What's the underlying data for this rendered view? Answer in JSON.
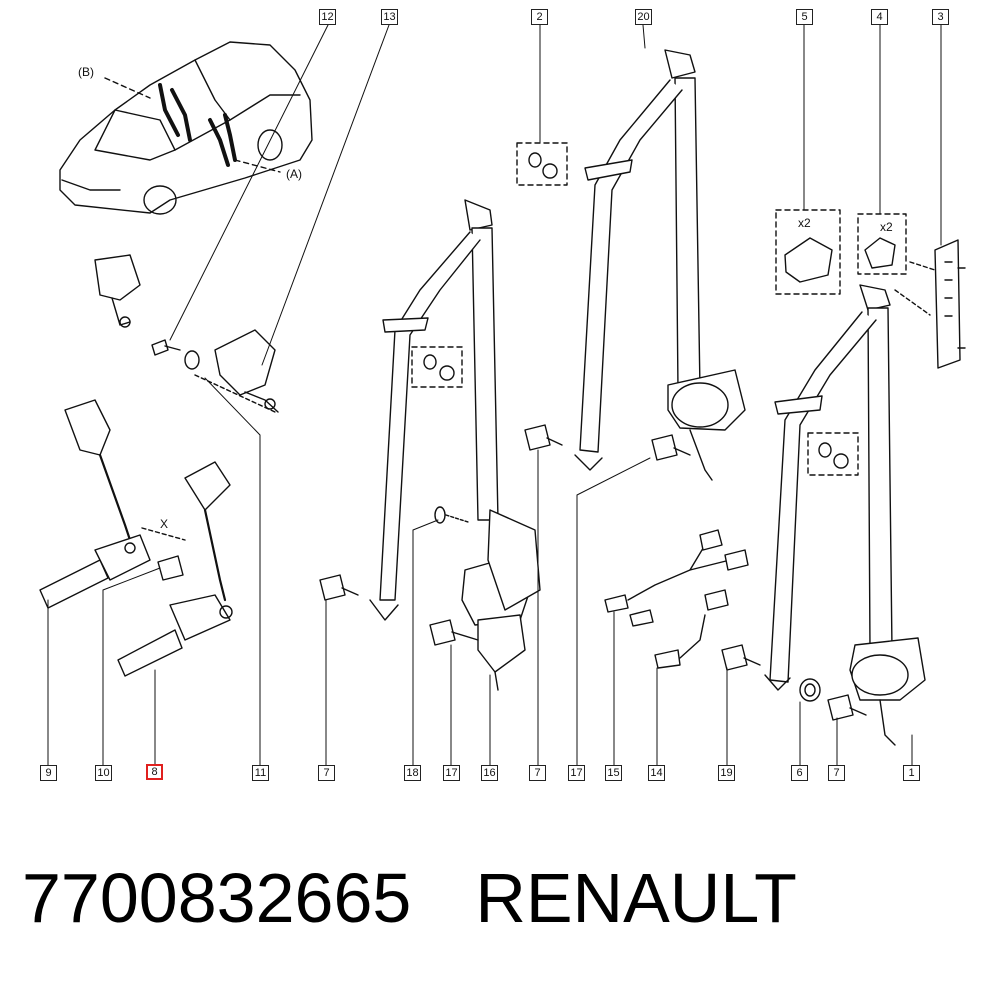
{
  "labels": {
    "top": [
      "12",
      "13",
      "2",
      "20",
      "5",
      "4",
      "3"
    ],
    "bottom": [
      "9",
      "10",
      "8",
      "11",
      "7",
      "18",
      "17",
      "16",
      "7",
      "17",
      "15",
      "14",
      "19",
      "6",
      "7",
      "1"
    ],
    "highlighted": "8"
  },
  "callouts": {
    "a": "(A)",
    "b": "(B)",
    "x2_left": "x2",
    "x2_right": "x2",
    "x_marker": "X"
  },
  "footer": {
    "part_number": "7700832665",
    "brand": "RENAULT"
  },
  "colors": {
    "line": "#111111",
    "highlight": "#e0201e"
  }
}
